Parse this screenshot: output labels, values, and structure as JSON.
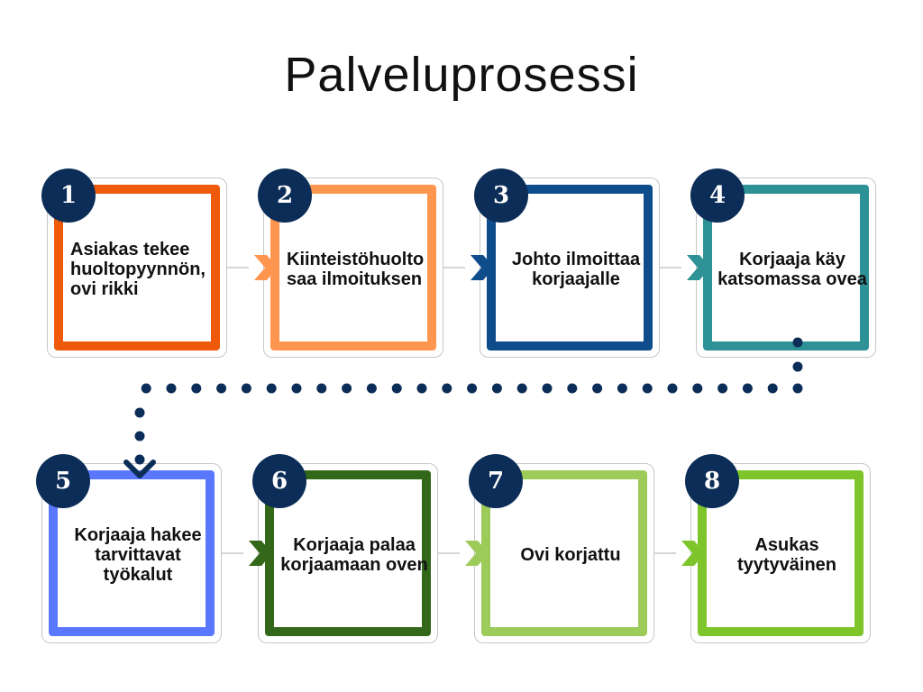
{
  "title": "Palveluprosessi",
  "colors": {
    "circle": "#0b2d57",
    "dots": "#0b2d57"
  },
  "steps": [
    {
      "number": "1",
      "text": "Asiakas tekee huoltopyynnön, ovi rikki",
      "color": "#ee5a0a"
    },
    {
      "number": "2",
      "text": "Kiinteistöhuolto saa ilmoituksen",
      "color": "#ff9650"
    },
    {
      "number": "3",
      "text": "Johto ilmoittaa korjaajalle",
      "color": "#0e4c8c"
    },
    {
      "number": "4",
      "text": "Korjaaja käy katsomassa ovea",
      "color": "#2e9196"
    },
    {
      "number": "5",
      "text": "Korjaaja hakee tarvittavat työkalut",
      "color": "#5a78ff"
    },
    {
      "number": "6",
      "text": "Korjaaja palaa korjaamaan oven",
      "color": "#33671a"
    },
    {
      "number": "7",
      "text": "Ovi korjattu",
      "color": "#9ccb5a"
    },
    {
      "number": "8",
      "text": "Asukas tyytyväinen",
      "color": "#7dc52a"
    }
  ]
}
